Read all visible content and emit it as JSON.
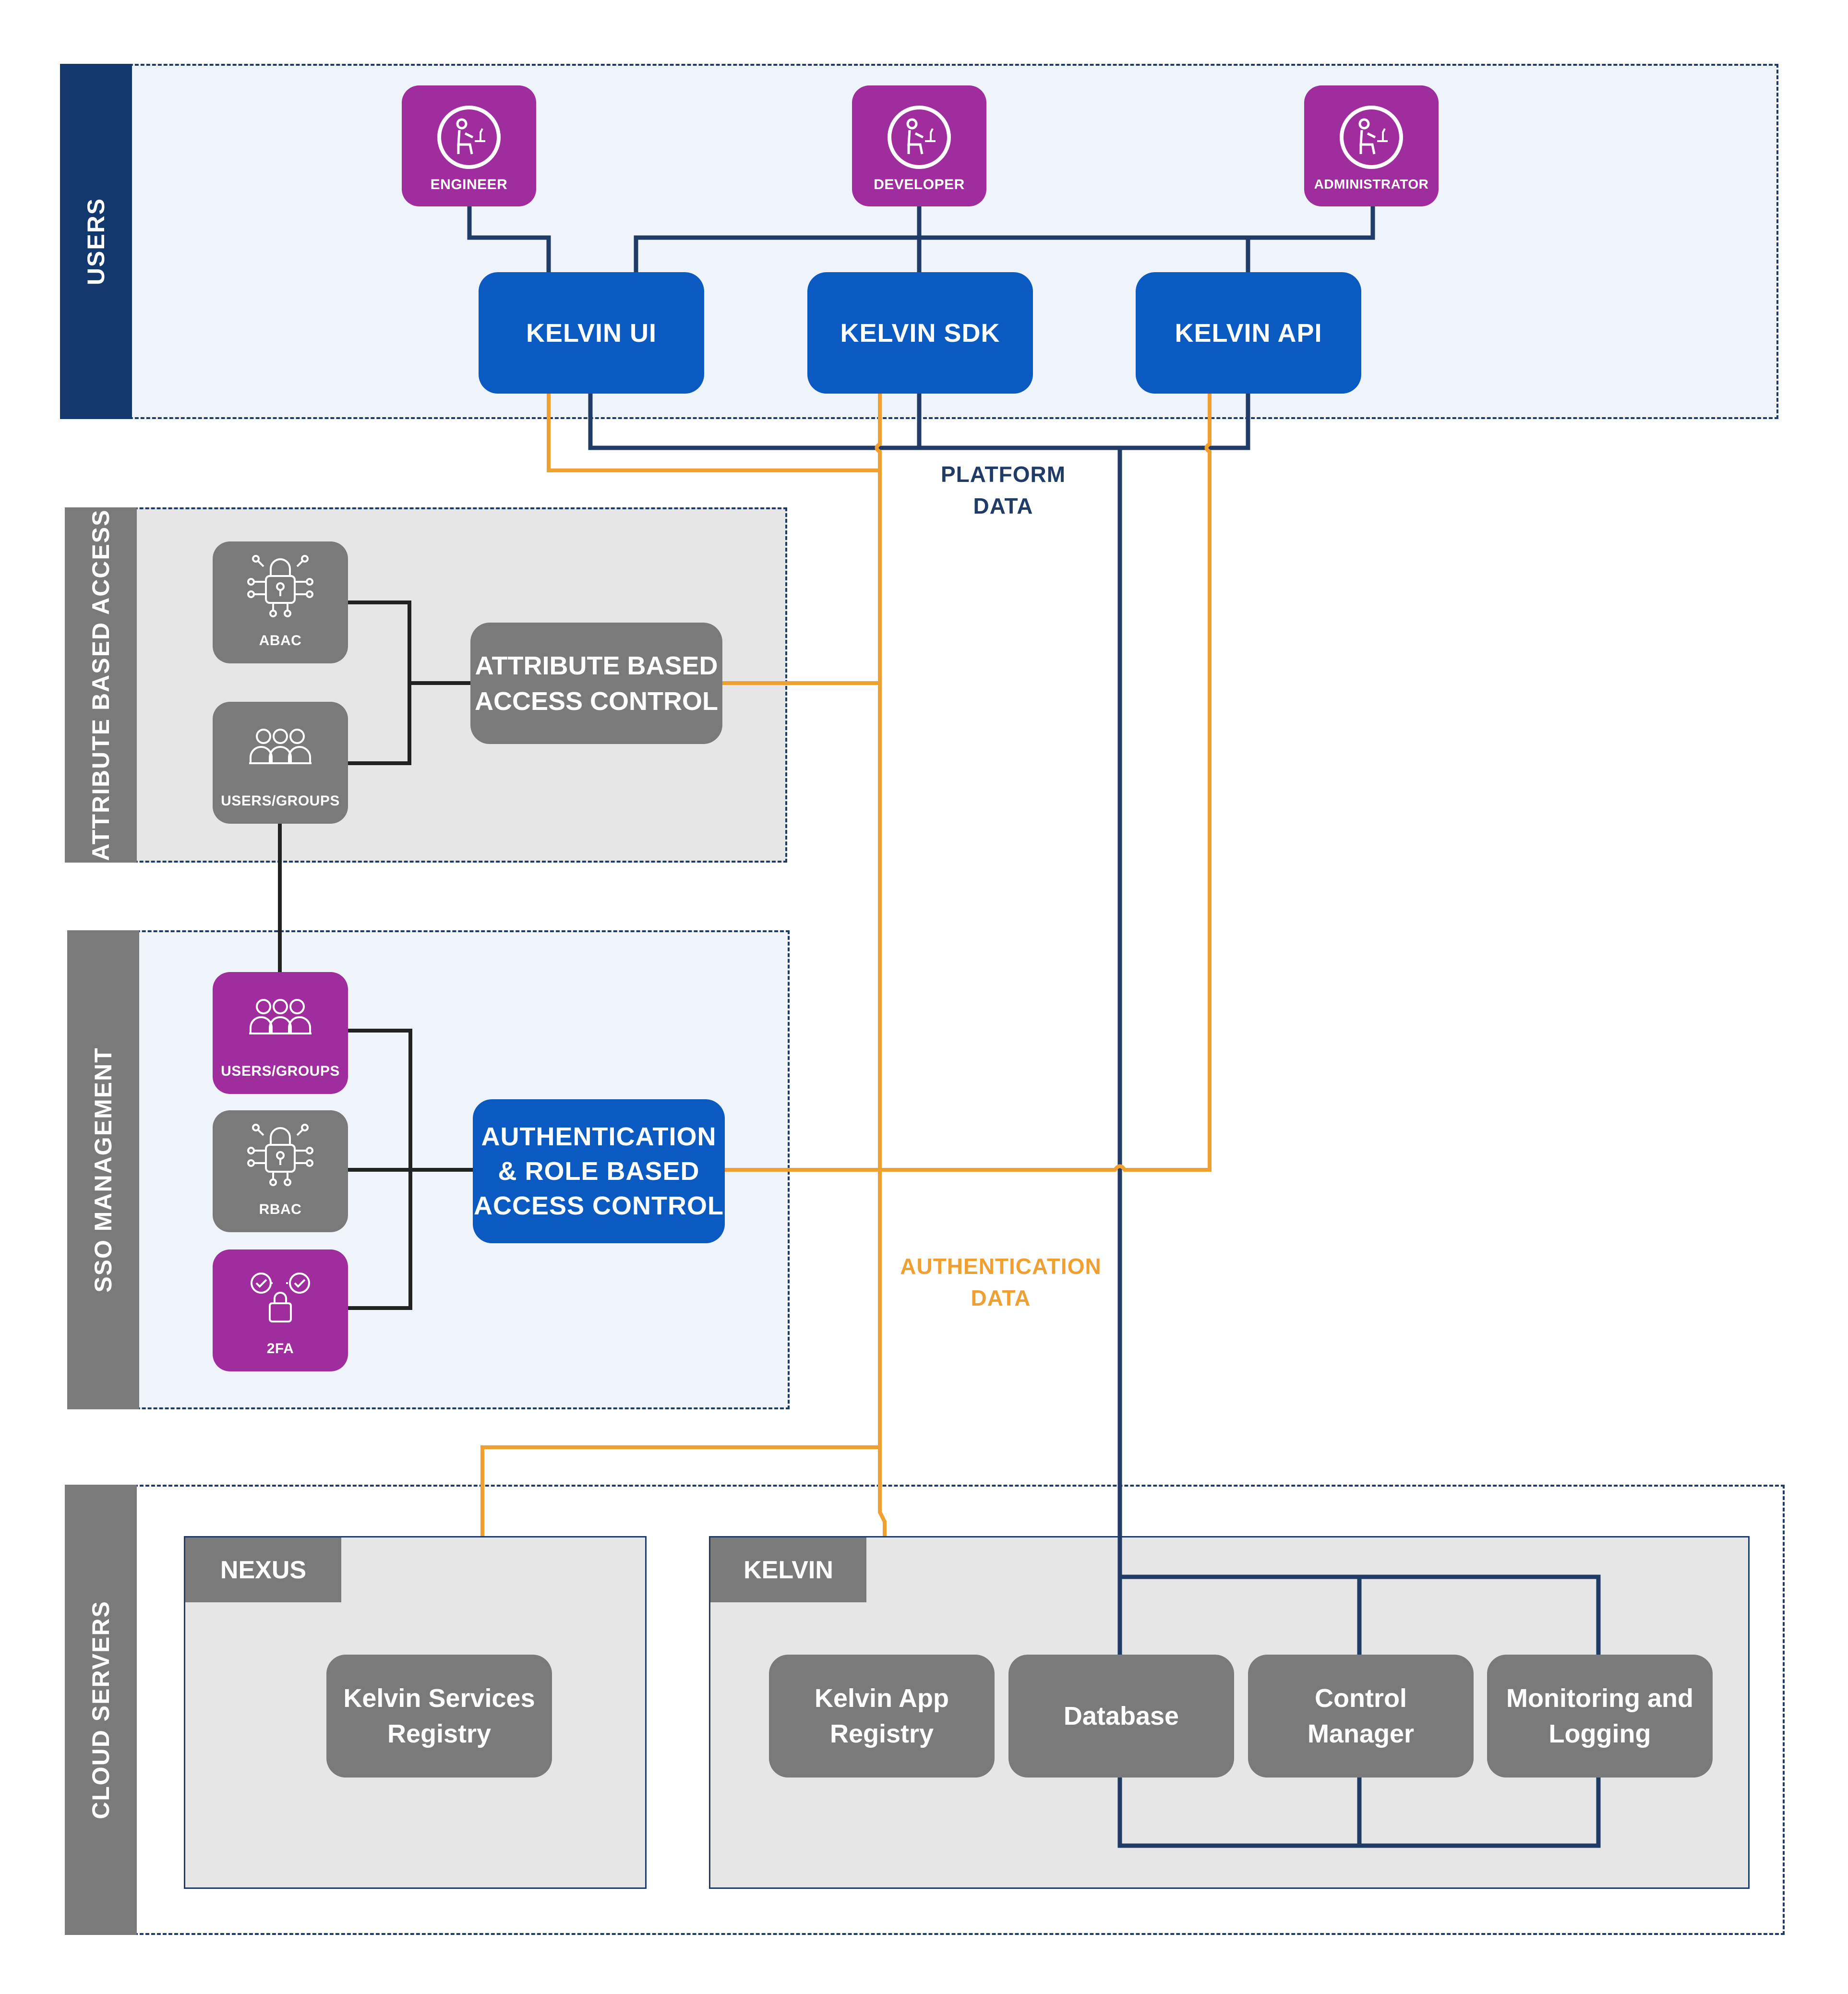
{
  "bands": {
    "users": "USERS",
    "abac": "ATTRIBUTE BASED ACCESS",
    "sso": "SSO MANAGEMENT",
    "cloud": "CLOUD SERVERS"
  },
  "users": {
    "engineer": "ENGINEER",
    "developer": "DEVELOPER",
    "administrator": "ADMINISTRATOR"
  },
  "interfaces": {
    "ui": "KELVIN UI",
    "sdk": "KELVIN SDK",
    "api": "KELVIN API"
  },
  "flows": {
    "platform_line1": "PLATFORM",
    "platform_line2": "DATA",
    "auth_line1": "AUTHENTICATION",
    "auth_line2": "DATA"
  },
  "abac": {
    "abac_tile": "ABAC",
    "users_groups_tile": "USERS/GROUPS",
    "control_line1": "ATTRIBUTE BASED",
    "control_line2": "ACCESS CONTROL"
  },
  "sso": {
    "users_groups_tile": "USERS/GROUPS",
    "rbac_tile": "RBAC",
    "twofa_tile": "2FA",
    "control_line1": "AUTHENTICATION",
    "control_line2": "& ROLE BASED",
    "control_line3": "ACCESS CONTROL"
  },
  "cloud": {
    "nexus": {
      "tab": "NEXUS",
      "registry_line1": "Kelvin Services",
      "registry_line2": "Registry"
    },
    "kelvin": {
      "tab": "KELVIN",
      "app_registry_line1": "Kelvin App",
      "app_registry_line2": "Registry",
      "database": "Database",
      "control_line1": "Control",
      "control_line2": "Manager",
      "monitoring_line1": "Monitoring and",
      "monitoring_line2": "Logging"
    }
  },
  "colors": {
    "navy": "#1f3b66",
    "blue": "#0b5ac2",
    "purple": "#a02d9e",
    "grey": "#7a7a7a",
    "orange": "#f0a030"
  }
}
